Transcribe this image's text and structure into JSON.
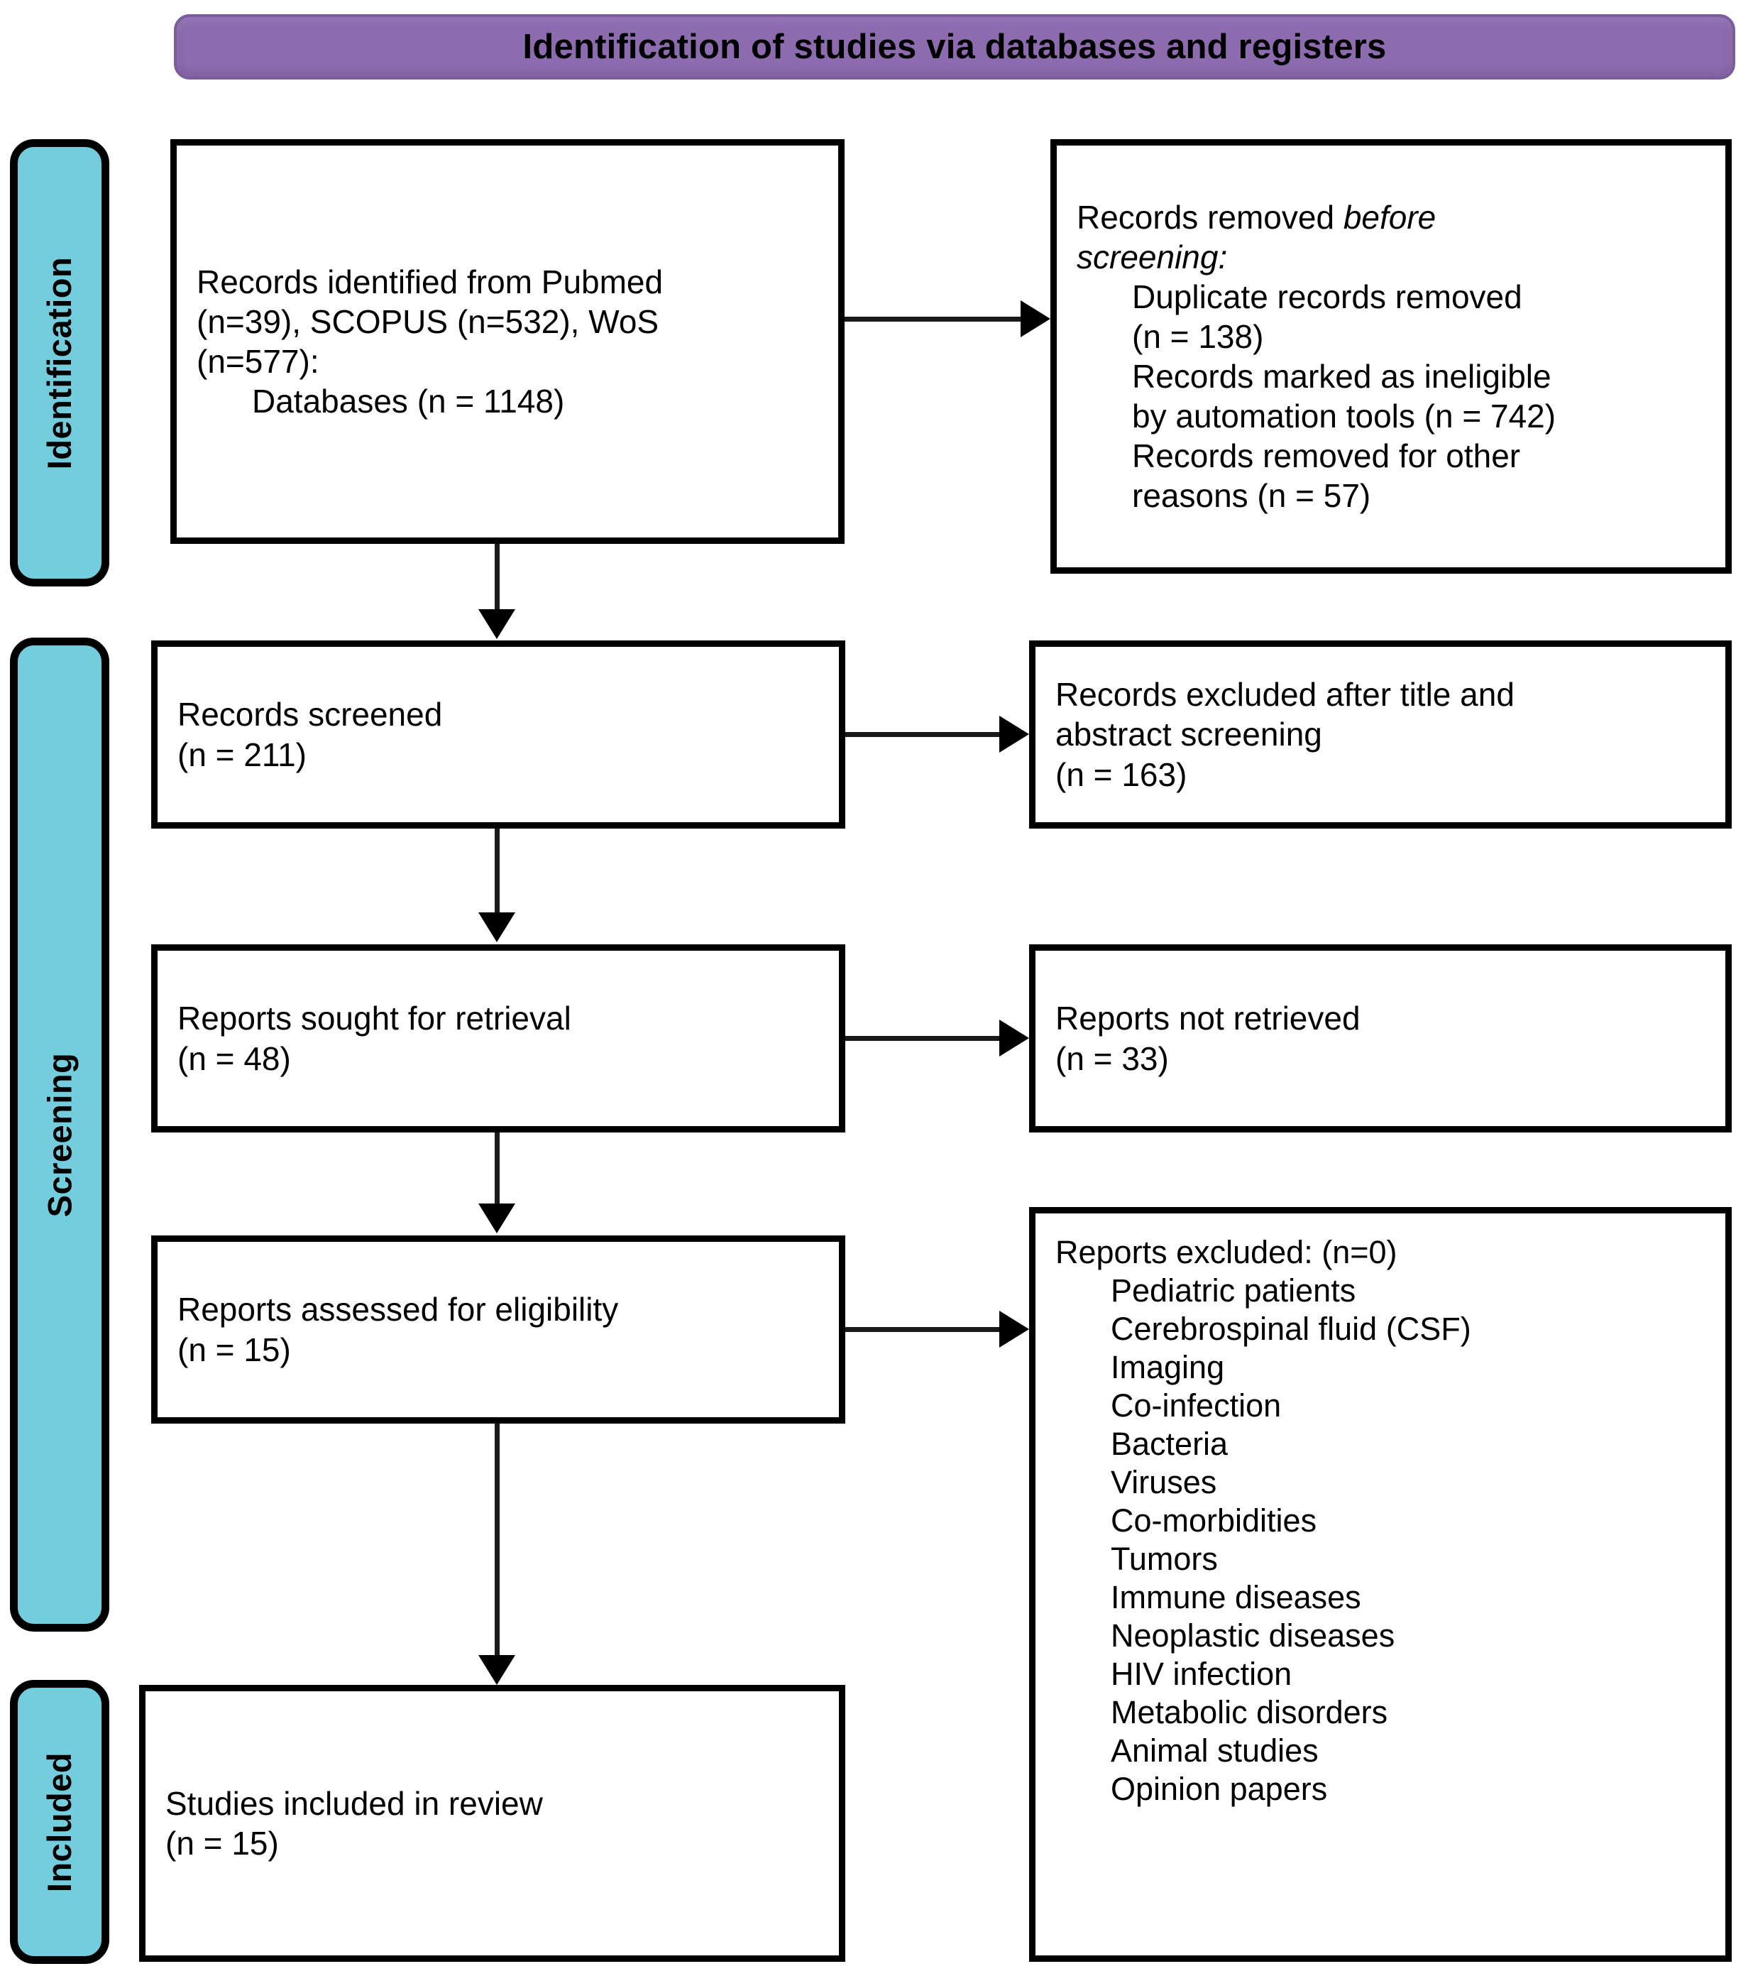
{
  "header": {
    "title": "Identification of studies via databases and registers",
    "color": "#8C6BAF"
  },
  "stages": {
    "identification": "Identification",
    "screening": "Screening",
    "included": "Included",
    "color": "#73CDDD"
  },
  "boxes": {
    "identified": {
      "lines": [
        "Records identified from Pubmed",
        "(n=39), SCOPUS (n=532), WoS",
        "(n=577):"
      ],
      "indented": [
        "Databases (n = 1148)"
      ]
    },
    "removed_before": {
      "lead": "Records removed ",
      "lead_italic": "before",
      "italic_line": "screening:",
      "indented": [
        "Duplicate records removed",
        "(n = 138)",
        "Records marked as ineligible",
        "by automation tools (n = 742)",
        "Records removed for other",
        "reasons (n = 57)"
      ]
    },
    "screened": {
      "lines": [
        "Records screened",
        "(n = 211)"
      ]
    },
    "excluded_title_abstract": {
      "lines": [
        "Records excluded after title and",
        "abstract screening",
        "(n = 163)"
      ]
    },
    "sought": {
      "lines": [
        "Reports sought for retrieval",
        "(n = 48)"
      ]
    },
    "not_retrieved": {
      "lines": [
        "Reports not retrieved",
        "(n = 33)"
      ]
    },
    "assessed": {
      "lines": [
        "Reports assessed for eligibility",
        "(n = 15)"
      ]
    },
    "excluded_list": {
      "heading": "Reports excluded: (n=0)",
      "reasons": [
        "Pediatric patients",
        "Cerebrospinal fluid (CSF)",
        "Imaging",
        "Co-infection",
        "Bacteria",
        "Viruses",
        "Co-morbidities",
        "Tumors",
        "Immune diseases",
        "Neoplastic diseases",
        "HIV infection",
        "Metabolic disorders",
        "Animal studies",
        "Opinion papers"
      ]
    },
    "included": {
      "lines": [
        "Studies included in review",
        "(n = 15)"
      ]
    }
  }
}
